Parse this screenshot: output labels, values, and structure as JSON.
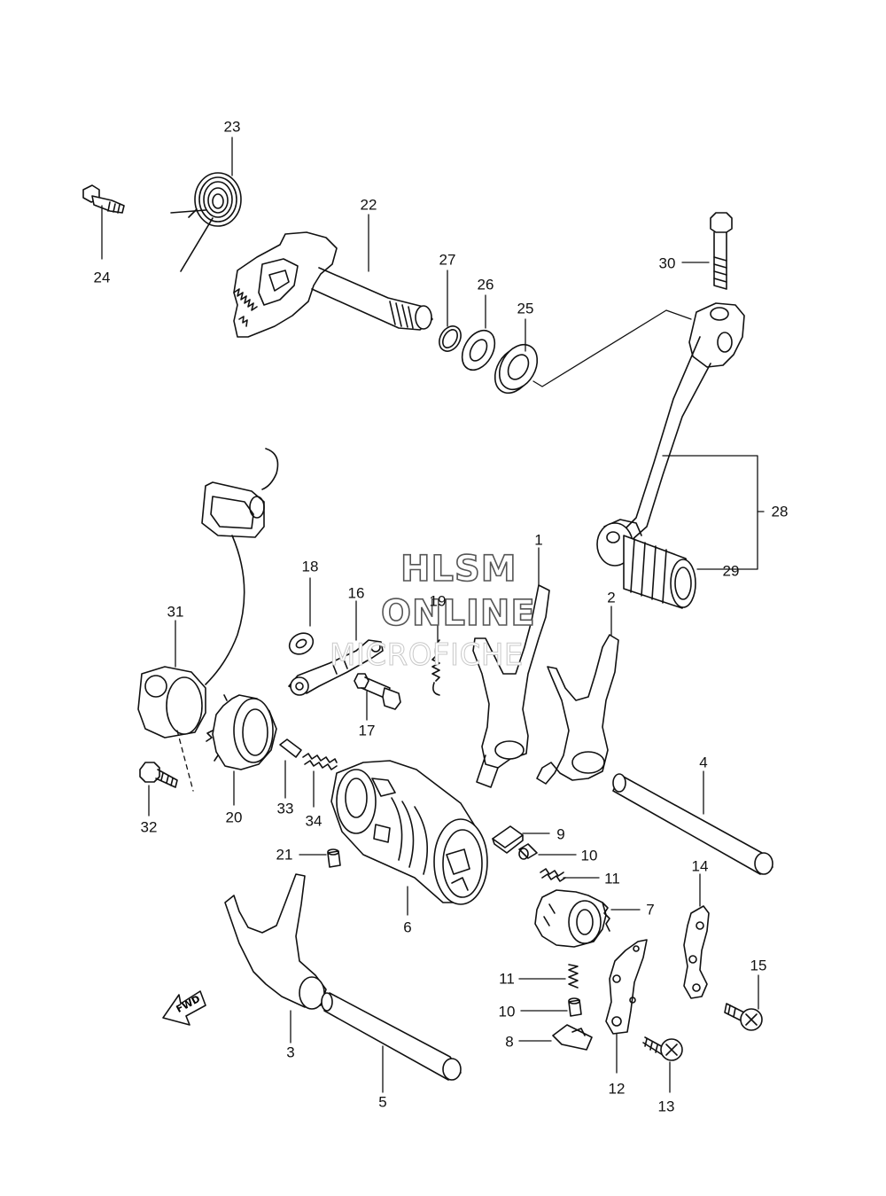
{
  "watermark": {
    "line1": "HLSM",
    "line2": "ONLINE",
    "line3": "MICROFICHE"
  },
  "direction_badge": "FWD",
  "part_numbers": {
    "p1": "1",
    "p2": "2",
    "p3": "3",
    "p4": "4",
    "p5": "5",
    "p6": "6",
    "p7": "7",
    "p8": "8",
    "p9": "9",
    "p10a": "10",
    "p10b": "10",
    "p11a": "11",
    "p11b": "11",
    "p12": "12",
    "p13": "13",
    "p14": "14",
    "p15": "15",
    "p16": "16",
    "p17": "17",
    "p18": "18",
    "p19": "19",
    "p20": "20",
    "p21": "21",
    "p22": "22",
    "p23": "23",
    "p24": "24",
    "p25": "25",
    "p26": "26",
    "p27": "27",
    "p28": "28",
    "p29": "29",
    "p30": "30",
    "p31": "31",
    "p32": "32",
    "p33": "33",
    "p34": "34"
  }
}
